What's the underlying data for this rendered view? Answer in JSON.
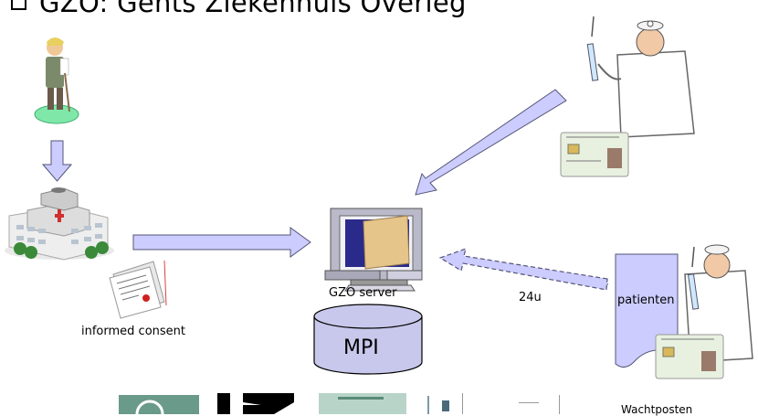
{
  "title": "GZO: Gents Ziekenhuis Overleg",
  "labels": {
    "informed_consent": "informed consent",
    "gzo_server": "GZO server",
    "mpi": "MPI",
    "interval": "24u",
    "patienten": "patienten",
    "wachtposten": "Wachtposten"
  },
  "colors": {
    "arrow_fill": "#ccccff",
    "arrow_stroke": "#555577",
    "db_fill": "#c8c8ec",
    "ground_circle": "#7fe8a8"
  }
}
